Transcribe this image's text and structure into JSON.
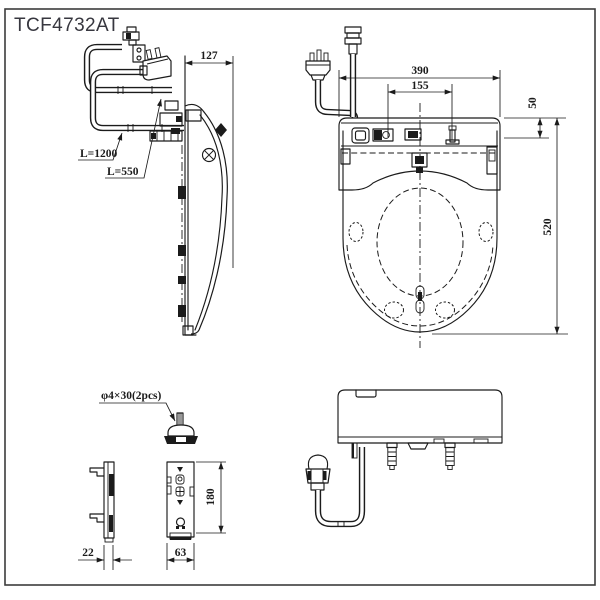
{
  "title": "TCF4732AT",
  "side_view": {
    "power_cord_label": "L=1200",
    "water_hose_label": "L=550",
    "depth_dim": "127"
  },
  "top_view": {
    "width_dim": "390",
    "bolt_pitch_dim": "155",
    "rear_offset_dim": "50",
    "length_dim": "520"
  },
  "mounting_plate": {
    "screw_label": "φ4×30(2pcs)",
    "thickness_dim": "22",
    "width_dim": "63",
    "height_dim": "180"
  },
  "colors": {
    "line": "#1b1b1b",
    "frame": "#3c3c3c",
    "background": "#ffffff",
    "title_text": "#37373f"
  }
}
